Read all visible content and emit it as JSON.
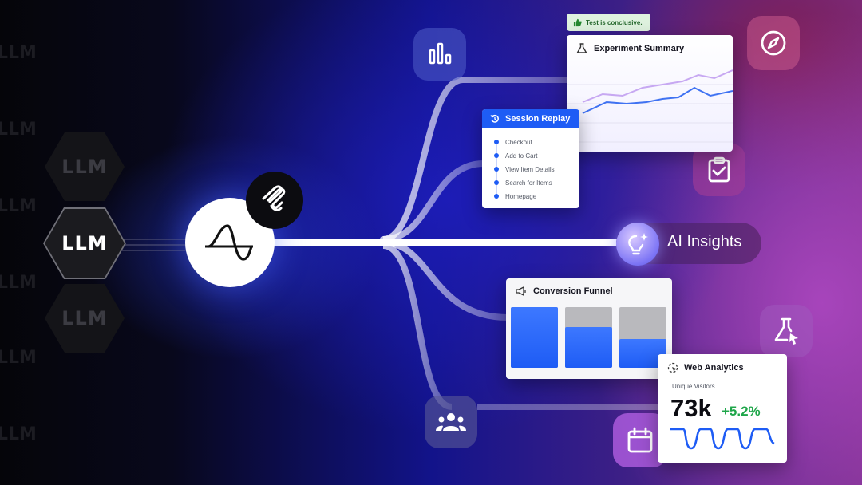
{
  "llm": {
    "hex_label": "LLM",
    "active_label": "LLM",
    "ghost_label": "LLM"
  },
  "badge": {
    "text": "Test is conclusive."
  },
  "experiment": {
    "title": "Experiment Summary"
  },
  "session_replay": {
    "title": "Session Replay",
    "steps": [
      "Checkout",
      "Add to Cart",
      "View Item Details",
      "Search for Items",
      "Homepage"
    ]
  },
  "ai_insights": {
    "label": "AI Insights"
  },
  "funnel": {
    "title": "Conversion Funnel",
    "levels": [
      1.0,
      0.67,
      0.48
    ]
  },
  "web_analytics": {
    "title": "Web Analytics",
    "metric_label": "Unique Visitors",
    "value": "73k",
    "change": "+5.2%"
  },
  "colors": {
    "blue": "#1e5cf5",
    "green": "#1fa64a",
    "purple": "#b86cd8"
  },
  "icons": {
    "bar_chart": "bar-chart-icon",
    "compass": "compass-icon",
    "clipboard": "clipboard-check-icon",
    "flask": "flask-cursor-icon",
    "people": "people-icon",
    "calendar": "calendar-icon",
    "lightbulb": "lightbulb-sparkle-icon"
  }
}
